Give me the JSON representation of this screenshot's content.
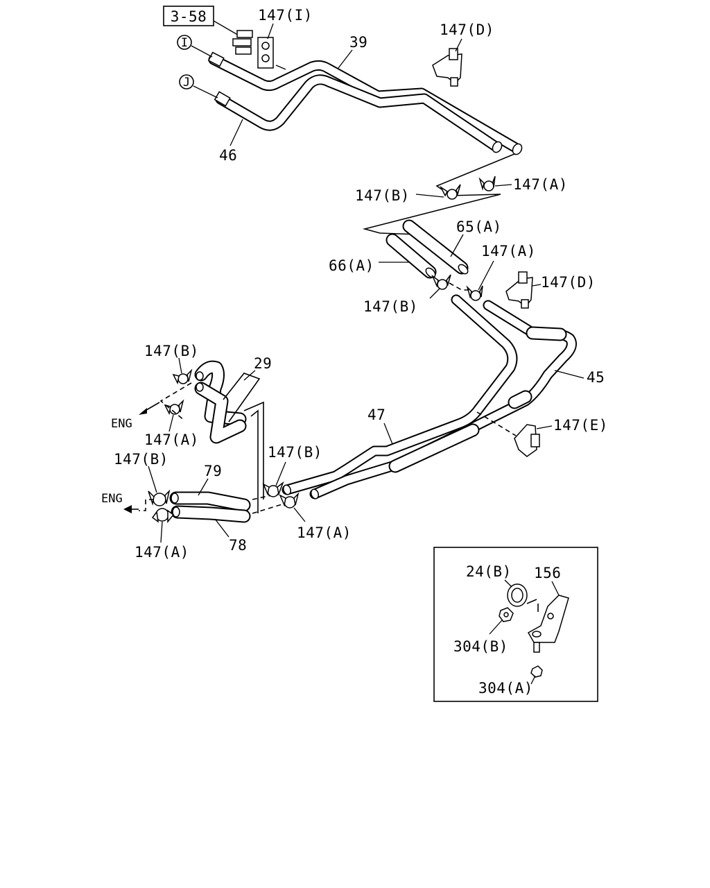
{
  "ref_box": "3-58",
  "labels": {
    "c147_I": "147(I)",
    "c147_D_top": "147(D)",
    "pipe_39": "39",
    "marker_I": "I",
    "marker_J": "J",
    "pipe_46": "46",
    "c147_A_1": "147(A)",
    "c147_B_1": "147(B)",
    "hose_65A": "65(A)",
    "hose_66A": "66(A)",
    "c147_A_2": "147(A)",
    "c147_D_mid": "147(D)",
    "c147_B_2": "147(B)",
    "pipe_45": "45",
    "c147_B_3": "147(B)",
    "hose_29": "29",
    "eng_1": "ENG",
    "c147_A_3": "147(A)",
    "pipe_47": "47",
    "c147_E": "147(E)",
    "c147_B_4": "147(B)",
    "hose_79": "79",
    "c147_B_5": "147(B)",
    "eng_2": "ENG",
    "c147_A_4": "147(A)",
    "hose_78": "78",
    "c147_A_5": "147(A)"
  },
  "inset": {
    "bolt_24B": "24(B)",
    "bracket_156": "156",
    "nut_304B": "304(B)",
    "nut_304A": "304(A)"
  },
  "colors": {
    "line": "#000000",
    "background": "#ffffff"
  }
}
